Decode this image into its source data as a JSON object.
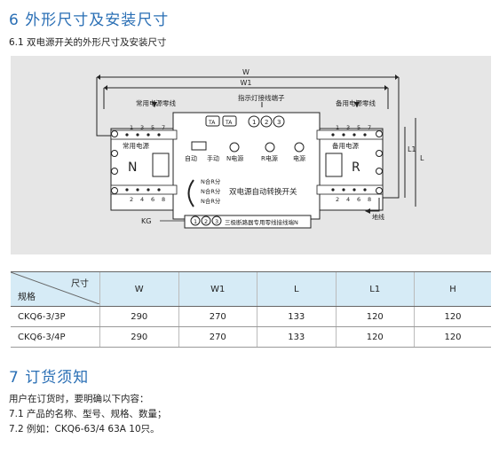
{
  "section6": {
    "title": "6 外形尺寸及安装尺寸",
    "subtitle": "6.1 双电源开关的外形尺寸及安装尺寸"
  },
  "diagram": {
    "dim_w": "W",
    "dim_w1": "W1",
    "dim_l": "L",
    "dim_l1": "L1",
    "label_normal_neutral": "常用电源零线",
    "label_indicator_terminal": "指示灯接线端子",
    "label_backup_neutral": "备用电源零线",
    "label_normal_source": "常用电源",
    "label_backup_source": "备用电源",
    "letter_n": "N",
    "letter_r": "R",
    "terminal_top_numbers": [
      "1",
      "3",
      "5",
      "7"
    ],
    "terminal_bottom_numbers": [
      "2",
      "4",
      "6",
      "8"
    ],
    "indicator_terminals": [
      "1",
      "2",
      "3"
    ],
    "ta_label": "TA",
    "auto": "自动",
    "manual": "手动",
    "n_power": "N电源",
    "r_power": "R电源",
    "power": "电源",
    "positions": [
      "N合R分",
      "N合R分",
      "N合R分"
    ],
    "product_name": "双电源自动转换开关",
    "kg": "KG",
    "bottom_terminals": [
      "1",
      "2",
      "3"
    ],
    "bottom_terminal_label": "三极断路器专用零线接线端N",
    "ground": "地线"
  },
  "table": {
    "corner_top": "尺寸",
    "corner_bottom": "规格",
    "headers": [
      "W",
      "W1",
      "L",
      "L1",
      "H"
    ],
    "rows": [
      {
        "spec": "CKQ6-3/3P",
        "values": [
          "290",
          "270",
          "133",
          "120",
          "120"
        ]
      },
      {
        "spec": "CKQ6-3/4P",
        "values": [
          "290",
          "270",
          "133",
          "120",
          "120"
        ]
      }
    ]
  },
  "section7": {
    "title": "7 订货须知",
    "lines": [
      "用户在订货时，要明确以下内容：",
      "7.1 产品的名称、型号、规格、数量；",
      "7.2 例如：CKQ6-63/4 63A 10只。"
    ]
  }
}
